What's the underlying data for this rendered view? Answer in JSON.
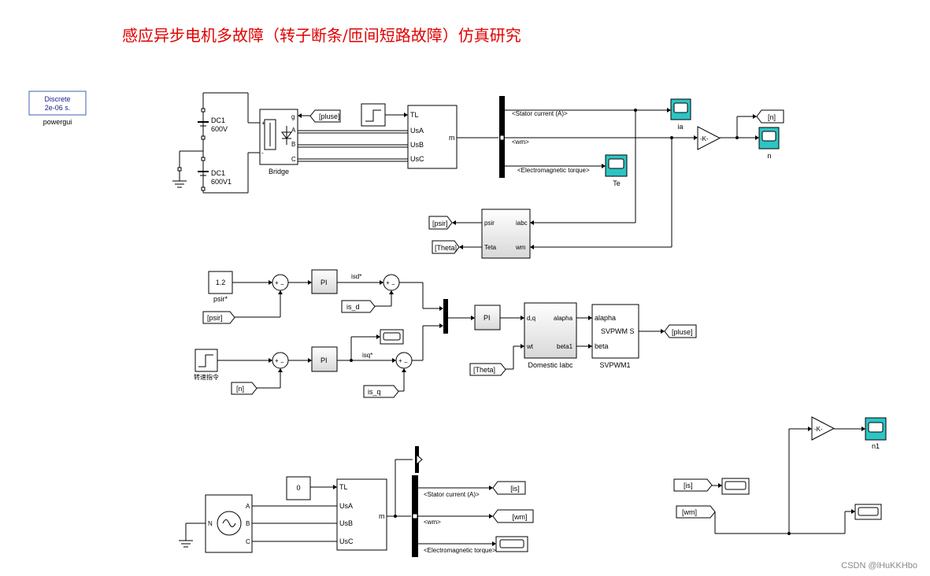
{
  "title": "感应异步电机多故障（转子断条/匝间短路故障）仿真研究",
  "watermark": "CSDN @lHuKKHbo",
  "powergui": {
    "line1": "Discrete",
    "line2": "2e-06 s.",
    "label": "powergui"
  },
  "dc_sources": [
    {
      "name": "DC1",
      "value": "600V"
    },
    {
      "name": "DC1",
      "value": "600V1"
    }
  ],
  "bridge": {
    "label": "Bridge",
    "ports": [
      "g",
      "A",
      "B",
      "C"
    ],
    "plus": "+",
    "minus": "-"
  },
  "goto_tags": {
    "pluse_in": "[pluse]",
    "n_out": "[n]",
    "psir": "[psir]",
    "theta": "[Theta]",
    "psir_in": "[psir]",
    "n_in": "[n]",
    "theta_in": "[Theta]",
    "pluse_out": "[pluse]",
    "is": "[is]",
    "wm": "[wm]",
    "is_in": "[is]",
    "wm_in": "[wm]"
  },
  "motor1": {
    "ports_in": [
      "TL",
      "UsA",
      "UsB",
      "UsC"
    ],
    "port_out": "m"
  },
  "motor2": {
    "ports_in": [
      "TL",
      "UsA",
      "UsB",
      "UsC"
    ],
    "port_out": "m"
  },
  "bus_signals": {
    "stator_current": "<Stator current (A)>",
    "wm": "<wm>",
    "torque": "<Electromagnetic torque>"
  },
  "scopes": {
    "ia": "ia",
    "te": "Te",
    "n": "n",
    "n1": "n1"
  },
  "gains": {
    "k1": "-K-",
    "k2": "-K-"
  },
  "observer": {
    "in1": "iabc",
    "in2": "wm",
    "out1": "psir",
    "out2": "Teta"
  },
  "controller": {
    "psir_ref": "1.2",
    "psir_ref_label": "psir*",
    "speed_ref_label": "转速指令",
    "pi": "PI",
    "isd_star": "isd*",
    "isq_star": "isq*",
    "is_d": "is_d",
    "is_q": "is_q",
    "sum_sign": "+",
    "sum_minus": "−"
  },
  "transform": {
    "label": "Domestic Iabc",
    "in1": "d,q",
    "in2": "wt",
    "out1": "alapha",
    "out2": "beta1"
  },
  "svpwm": {
    "label": "SVPWM1",
    "in1": "alapha",
    "in2": "beta",
    "out_label": "SVPWM  S"
  },
  "constant_zero": "0",
  "ac_source": {
    "ports": [
      "A",
      "B",
      "C"
    ],
    "neutral": "N"
  }
}
